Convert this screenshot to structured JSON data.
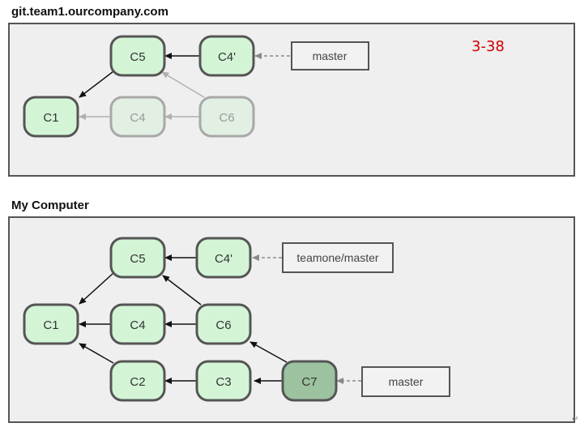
{
  "remote": {
    "title": "git.team1.ourcompany.com",
    "figure_label": "3-38",
    "commits": {
      "c1": "C1",
      "c4": "C4",
      "c5": "C5",
      "c6": "C6",
      "c4p": "C4'"
    },
    "branch": "master"
  },
  "local": {
    "title": "My Computer",
    "commits": {
      "c1": "C1",
      "c2": "C2",
      "c3": "C3",
      "c4": "C4",
      "c5": "C5",
      "c6": "C6",
      "c4p": "C4'",
      "c7": "C7"
    },
    "remote_branch": "teamone/master",
    "branch": "master"
  },
  "colors": {
    "commit_fill": "#d3f5d6",
    "commit_stroke": "#555555",
    "faded_fill": "#e2efe3",
    "faded_stroke": "#a8a8a8",
    "head_fill": "#9cc29f"
  }
}
